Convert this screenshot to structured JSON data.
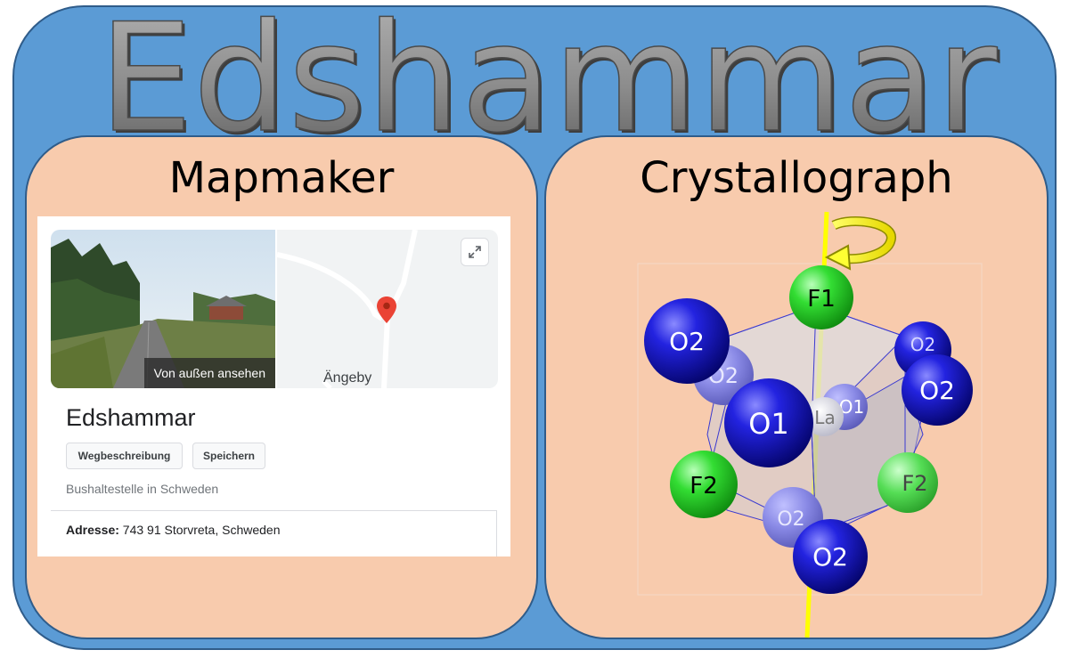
{
  "title": "Edshammar",
  "left_panel": {
    "heading": "Mapmaker",
    "card": {
      "photo_overlay": "Von außen ansehen",
      "map_town": "Ängeby",
      "place_name": "Edshammar",
      "buttons": {
        "directions": "Wegbeschreibung",
        "save": "Speichern"
      },
      "place_type": "Bushaltestelle in Schweden",
      "address_label": "Adresse:",
      "address_value": " 743 91 Storvreta, Schweden",
      "icons": [
        "expand-icon",
        "map-pin-icon"
      ],
      "pin_color": "#ea4335"
    }
  },
  "right_panel": {
    "heading": "Crystallograph",
    "atoms": {
      "f1": "F1",
      "f2_left": "F2",
      "f2_right": "F2",
      "o2_top_left": "O2",
      "o2_back_left": "O2",
      "o2_top_right": "O2",
      "o2_right": "O2",
      "o1_front": "O1",
      "o1_back": "O1",
      "center": "La",
      "o2_bottom_back": "O2",
      "o2_bottom": "O2"
    },
    "colors": {
      "fluorine": "#2ecc2e",
      "oxygen": "#1010c8",
      "axis": "#ffff00"
    },
    "icons": [
      "rotation-arrow-icon"
    ]
  },
  "colors": {
    "frame": "#5b9bd5",
    "panel": "#f8cbad",
    "title": "#8c8c8c"
  }
}
